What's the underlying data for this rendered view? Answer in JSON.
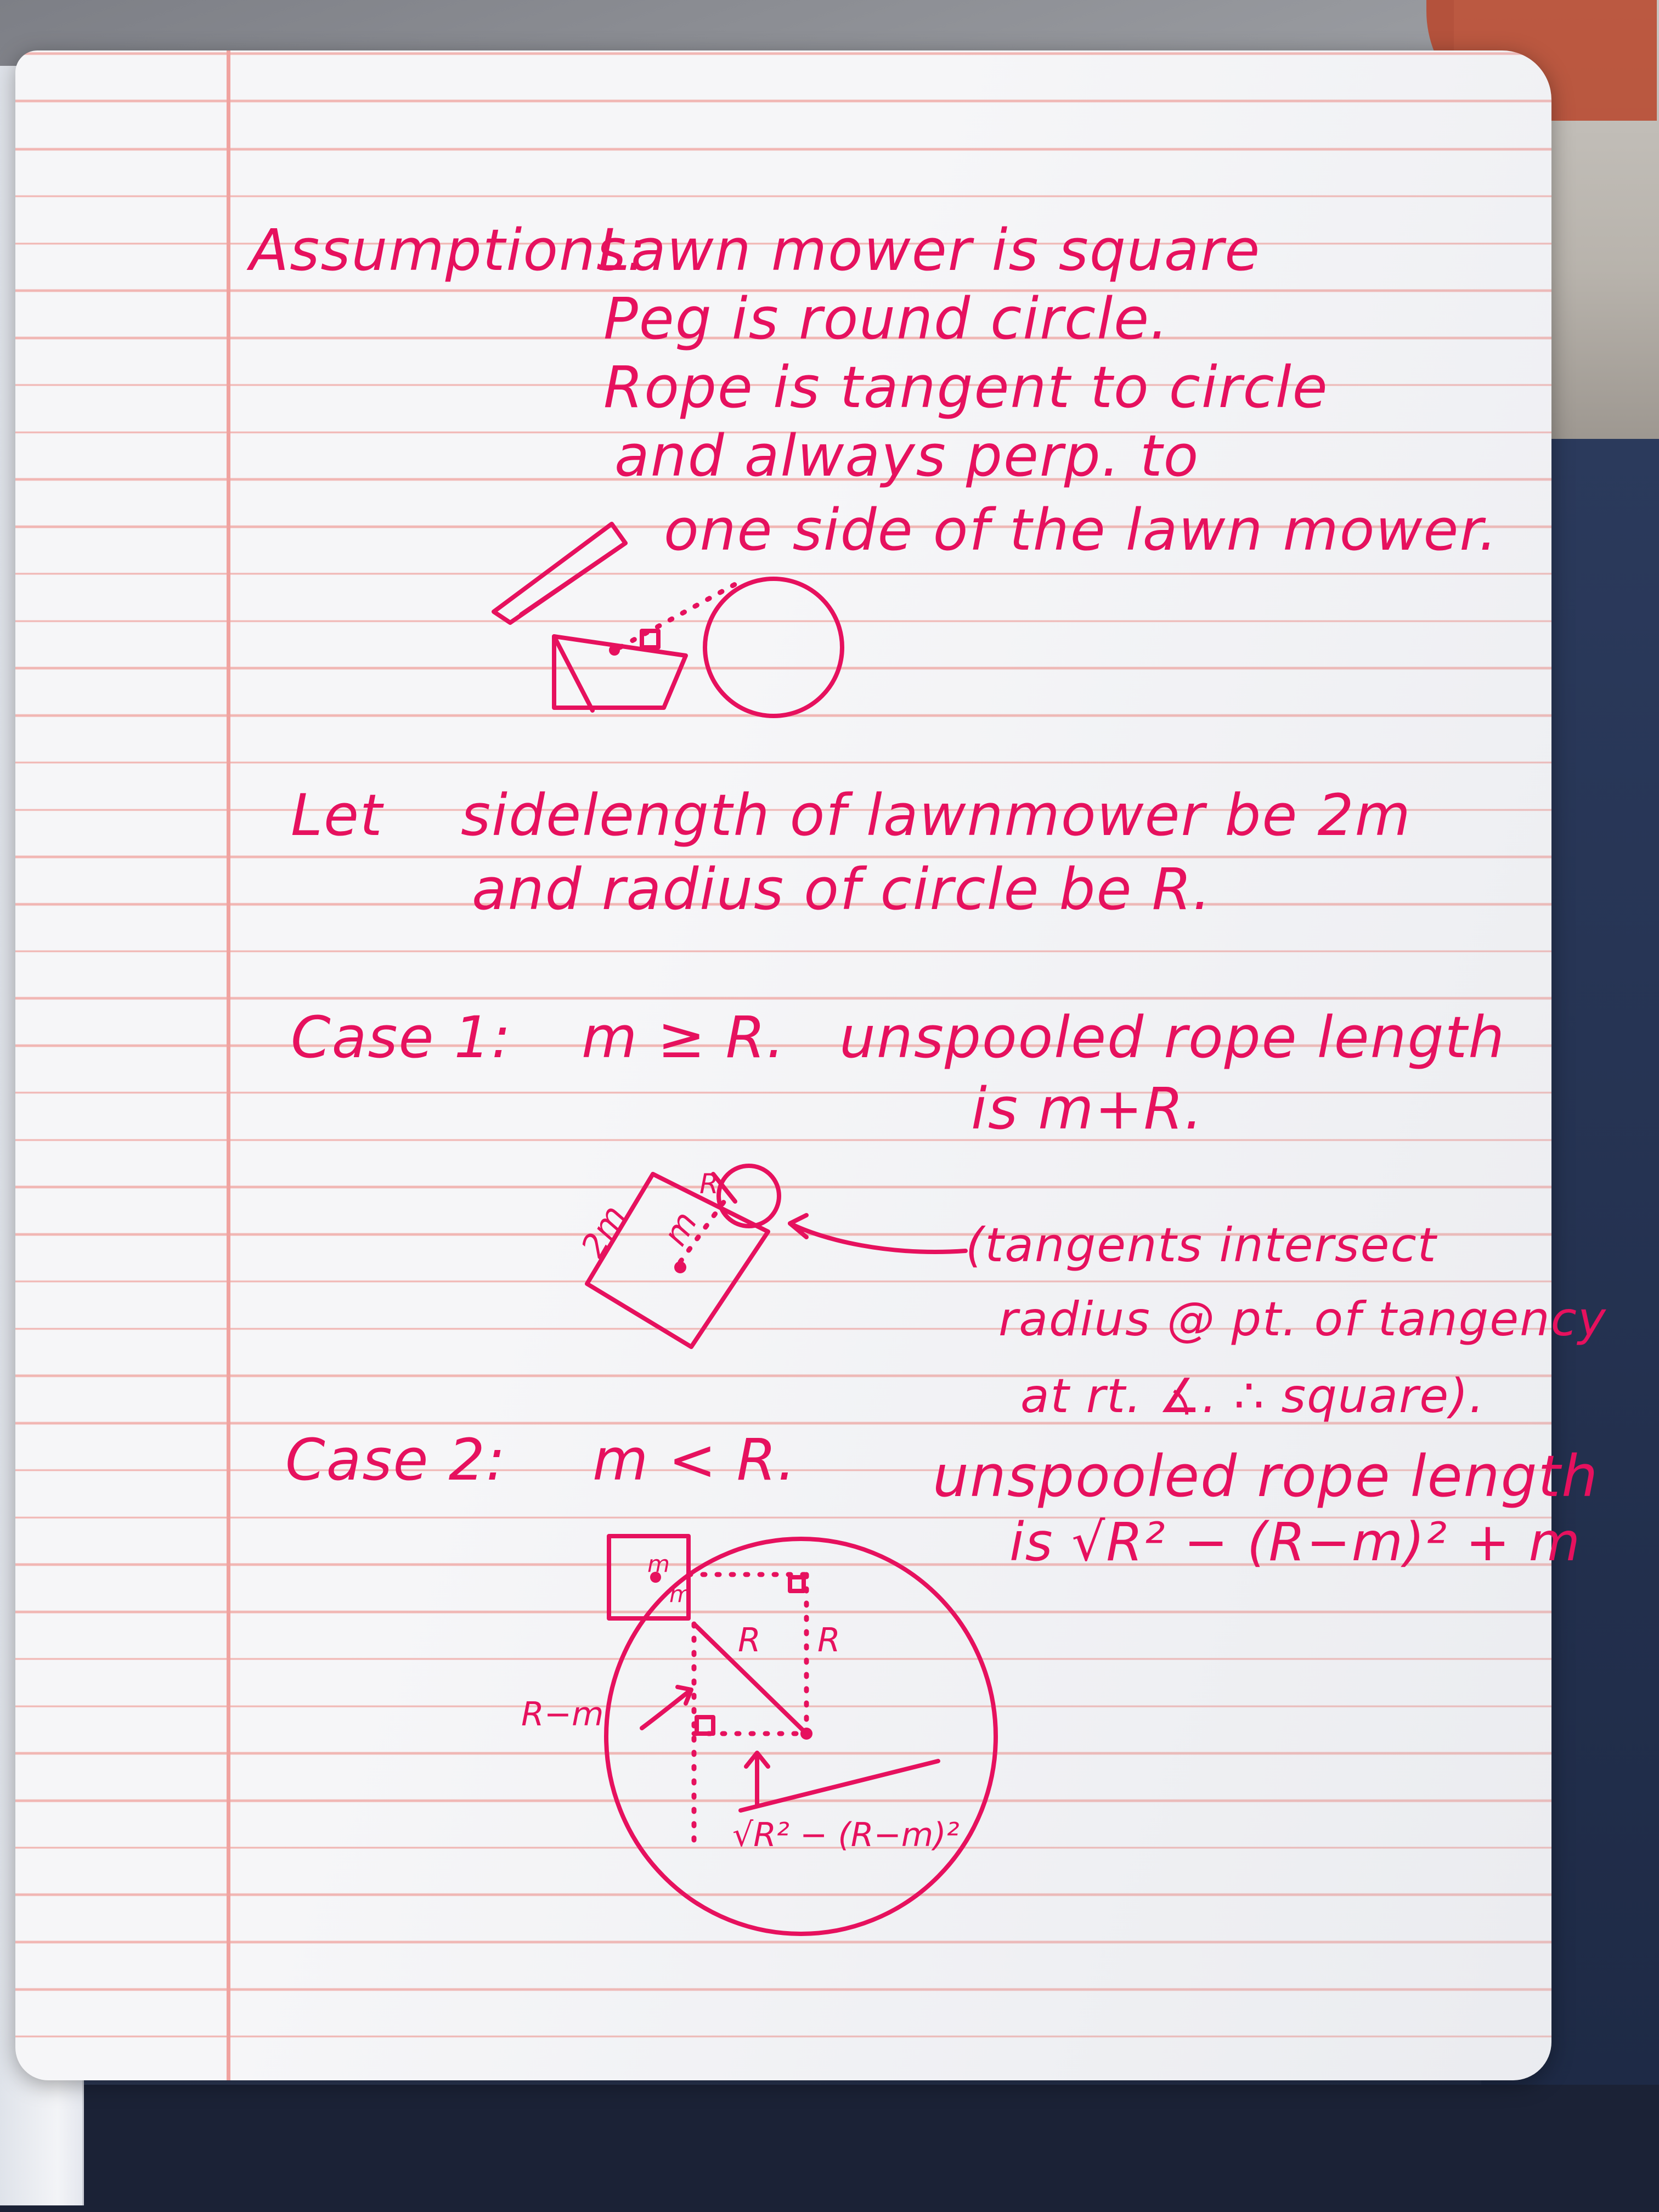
{
  "header": {
    "assumptions_label": "Assumptions:",
    "line1": "Lawn mower is square",
    "line2": "Peg is round circle.",
    "line3": "Rope is tangent to circle",
    "line4": "and always perp. to",
    "line5": "one side of the lawn mower."
  },
  "definitions": {
    "let_label": "Let",
    "line1": "sidelength of lawnmower be 2m",
    "line2": "and radius of circle be R."
  },
  "case1": {
    "label": "Case 1:",
    "condition": "m ≥ R.",
    "result_line1": "unspooled rope length",
    "result_line2": "is m+R.",
    "diagram_labels": {
      "side": "2m",
      "half": "m",
      "radius": "R"
    },
    "note_line1": "(tangents intersect",
    "note_line2": "radius @ pt. of tangency",
    "note_line3": "at rt. ∡. ∴ square)."
  },
  "case2": {
    "label": "Case 2:",
    "condition": "m < R.",
    "result_line1": "unspooled rope length",
    "result_line2": "is √R² − (R−m)² + m",
    "diagram_labels": {
      "m_top": "m",
      "m_side": "m",
      "r_diag": "R",
      "r_vert": "R",
      "r_minus_m": "R−m",
      "bottom": "√R² − (R−m)²"
    }
  }
}
